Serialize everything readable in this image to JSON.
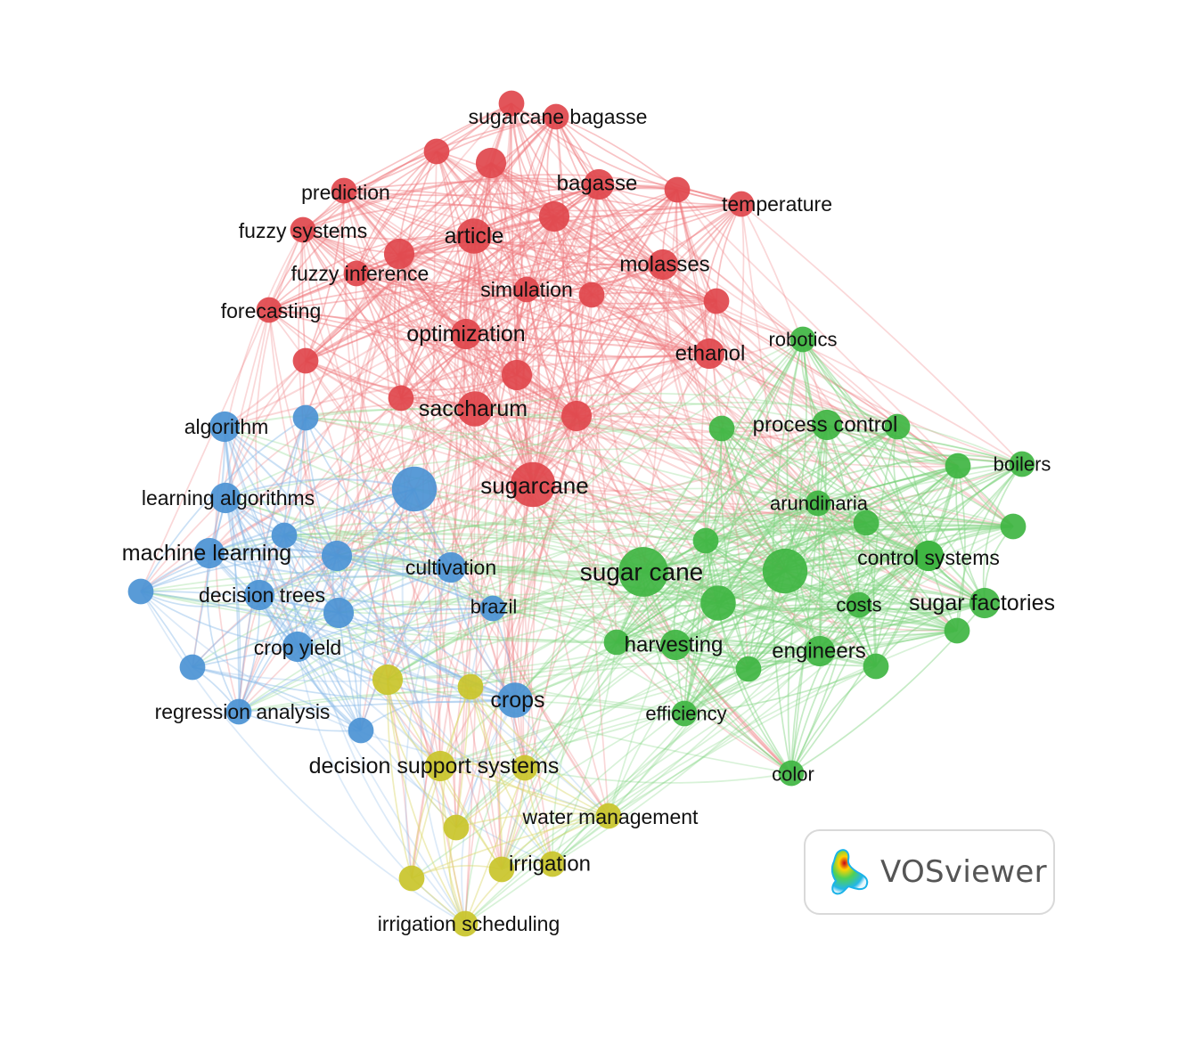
{
  "clusters": [
    {
      "id": "red",
      "color": "#e0474c",
      "edge_color": "#f07a7e"
    },
    {
      "id": "green",
      "color": "#3fb542",
      "edge_color": "#7fd37f"
    },
    {
      "id": "blue",
      "color": "#4b93d4",
      "edge_color": "#8abbe9"
    },
    {
      "id": "yellow",
      "color": "#c9c42a",
      "edge_color": "#dcd86a"
    }
  ],
  "nodes": [
    {
      "id": "r1",
      "label": "sugarcane bagasse",
      "cluster": "red",
      "weight": 2
    },
    {
      "id": "r2",
      "label": "",
      "cluster": "red",
      "weight": 2
    },
    {
      "id": "r3",
      "label": "",
      "cluster": "red",
      "weight": 2
    },
    {
      "id": "r4",
      "label": "",
      "cluster": "red",
      "weight": 3
    },
    {
      "id": "r5",
      "label": "prediction",
      "cluster": "red",
      "weight": 2
    },
    {
      "id": "r6",
      "label": "bagasse",
      "cluster": "red",
      "weight": 3
    },
    {
      "id": "r7",
      "label": "",
      "cluster": "red",
      "weight": 2
    },
    {
      "id": "r8",
      "label": "temperature",
      "cluster": "red",
      "weight": 2
    },
    {
      "id": "r9",
      "label": "",
      "cluster": "red",
      "weight": 3
    },
    {
      "id": "r10",
      "label": "fuzzy systems",
      "cluster": "red",
      "weight": 2
    },
    {
      "id": "r11",
      "label": "article",
      "cluster": "red",
      "weight": 4
    },
    {
      "id": "r12",
      "label": "",
      "cluster": "red",
      "weight": 3
    },
    {
      "id": "r13",
      "label": "fuzzy inference",
      "cluster": "red",
      "weight": 2
    },
    {
      "id": "r14",
      "label": "molasses",
      "cluster": "red",
      "weight": 3
    },
    {
      "id": "r15",
      "label": "simulation",
      "cluster": "red",
      "weight": 2
    },
    {
      "id": "r16",
      "label": "",
      "cluster": "red",
      "weight": 2
    },
    {
      "id": "r17",
      "label": "",
      "cluster": "red",
      "weight": 2
    },
    {
      "id": "r18",
      "label": "forecasting",
      "cluster": "red",
      "weight": 2
    },
    {
      "id": "r19",
      "label": "optimization",
      "cluster": "red",
      "weight": 3
    },
    {
      "id": "r20",
      "label": "ethanol",
      "cluster": "red",
      "weight": 3
    },
    {
      "id": "r21",
      "label": "",
      "cluster": "red",
      "weight": 2
    },
    {
      "id": "r22",
      "label": "",
      "cluster": "red",
      "weight": 3
    },
    {
      "id": "r23",
      "label": "",
      "cluster": "red",
      "weight": 2
    },
    {
      "id": "r24",
      "label": "saccharum",
      "cluster": "red",
      "weight": 4
    },
    {
      "id": "r25",
      "label": "",
      "cluster": "red",
      "weight": 3
    },
    {
      "id": "r26",
      "label": "sugarcane",
      "cluster": "red",
      "weight": 6
    },
    {
      "id": "g1",
      "label": "robotics",
      "cluster": "green",
      "weight": 2
    },
    {
      "id": "g2",
      "label": "process control",
      "cluster": "green",
      "weight": 3
    },
    {
      "id": "g3",
      "label": "",
      "cluster": "green",
      "weight": 2
    },
    {
      "id": "g4",
      "label": "",
      "cluster": "green",
      "weight": 2
    },
    {
      "id": "g5",
      "label": "boilers",
      "cluster": "green",
      "weight": 2
    },
    {
      "id": "g6",
      "label": "",
      "cluster": "green",
      "weight": 2
    },
    {
      "id": "g7",
      "label": "arundinaria",
      "cluster": "green",
      "weight": 2
    },
    {
      "id": "g8",
      "label": "",
      "cluster": "green",
      "weight": 2
    },
    {
      "id": "g9",
      "label": "",
      "cluster": "green",
      "weight": 2
    },
    {
      "id": "g10",
      "label": "",
      "cluster": "green",
      "weight": 3
    },
    {
      "id": "g11",
      "label": "control systems",
      "cluster": "green",
      "weight": 3
    },
    {
      "id": "g12",
      "label": "",
      "cluster": "green",
      "weight": 2
    },
    {
      "id": "g13",
      "label": "sugar cane",
      "cluster": "green",
      "weight": 7
    },
    {
      "id": "g14",
      "label": "",
      "cluster": "green",
      "weight": 6
    },
    {
      "id": "g15",
      "label": "",
      "cluster": "green",
      "weight": 4
    },
    {
      "id": "g16",
      "label": "costs",
      "cluster": "green",
      "weight": 2
    },
    {
      "id": "g17",
      "label": "sugar factories",
      "cluster": "green",
      "weight": 3
    },
    {
      "id": "g18",
      "label": "",
      "cluster": "green",
      "weight": 2
    },
    {
      "id": "g19",
      "label": "harvesting",
      "cluster": "green",
      "weight": 3
    },
    {
      "id": "g20",
      "label": "",
      "cluster": "green",
      "weight": 2
    },
    {
      "id": "g21",
      "label": "engineers",
      "cluster": "green",
      "weight": 3
    },
    {
      "id": "g22",
      "label": "",
      "cluster": "green",
      "weight": 2
    },
    {
      "id": "g23",
      "label": "",
      "cluster": "green",
      "weight": 2
    },
    {
      "id": "g24",
      "label": "efficiency",
      "cluster": "green",
      "weight": 2
    },
    {
      "id": "g25",
      "label": "color",
      "cluster": "green",
      "weight": 2
    },
    {
      "id": "b1",
      "label": "algorithm",
      "cluster": "blue",
      "weight": 3
    },
    {
      "id": "b2",
      "label": "",
      "cluster": "blue",
      "weight": 2
    },
    {
      "id": "b3",
      "label": "",
      "cluster": "blue",
      "weight": 6
    },
    {
      "id": "b4",
      "label": "learning algorithms",
      "cluster": "blue",
      "weight": 3
    },
    {
      "id": "b5",
      "label": "machine learning",
      "cluster": "blue",
      "weight": 3
    },
    {
      "id": "b6",
      "label": "",
      "cluster": "blue",
      "weight": 2
    },
    {
      "id": "b7",
      "label": "",
      "cluster": "blue",
      "weight": 3
    },
    {
      "id": "b8",
      "label": "cultivation",
      "cluster": "blue",
      "weight": 3
    },
    {
      "id": "b9",
      "label": "",
      "cluster": "blue",
      "weight": 2
    },
    {
      "id": "b10",
      "label": "decision trees",
      "cluster": "blue",
      "weight": 3
    },
    {
      "id": "b11",
      "label": "",
      "cluster": "blue",
      "weight": 3
    },
    {
      "id": "b12",
      "label": "brazil",
      "cluster": "blue",
      "weight": 2
    },
    {
      "id": "b13",
      "label": "crop yield",
      "cluster": "blue",
      "weight": 3
    },
    {
      "id": "b14",
      "label": "",
      "cluster": "blue",
      "weight": 2
    },
    {
      "id": "b15",
      "label": "crops",
      "cluster": "blue",
      "weight": 4
    },
    {
      "id": "b16",
      "label": "regression analysis",
      "cluster": "blue",
      "weight": 2
    },
    {
      "id": "b17",
      "label": "",
      "cluster": "blue",
      "weight": 2
    },
    {
      "id": "y1",
      "label": "",
      "cluster": "yellow",
      "weight": 3
    },
    {
      "id": "y2",
      "label": "",
      "cluster": "yellow",
      "weight": 2
    },
    {
      "id": "y3",
      "label": "decision support systems",
      "cluster": "yellow",
      "weight": 3
    },
    {
      "id": "y4",
      "label": "",
      "cluster": "yellow",
      "weight": 2
    },
    {
      "id": "y5",
      "label": "water management",
      "cluster": "yellow",
      "weight": 2
    },
    {
      "id": "y6",
      "label": "",
      "cluster": "yellow",
      "weight": 2
    },
    {
      "id": "y7",
      "label": "irrigation",
      "cluster": "yellow",
      "weight": 2
    },
    {
      "id": "y8",
      "label": "",
      "cluster": "yellow",
      "weight": 2
    },
    {
      "id": "y9",
      "label": "",
      "cluster": "yellow",
      "weight": 2
    },
    {
      "id": "y10",
      "label": "irrigation scheduling",
      "cluster": "yellow",
      "weight": 2
    }
  ],
  "branding": {
    "name": "VOSviewer"
  }
}
